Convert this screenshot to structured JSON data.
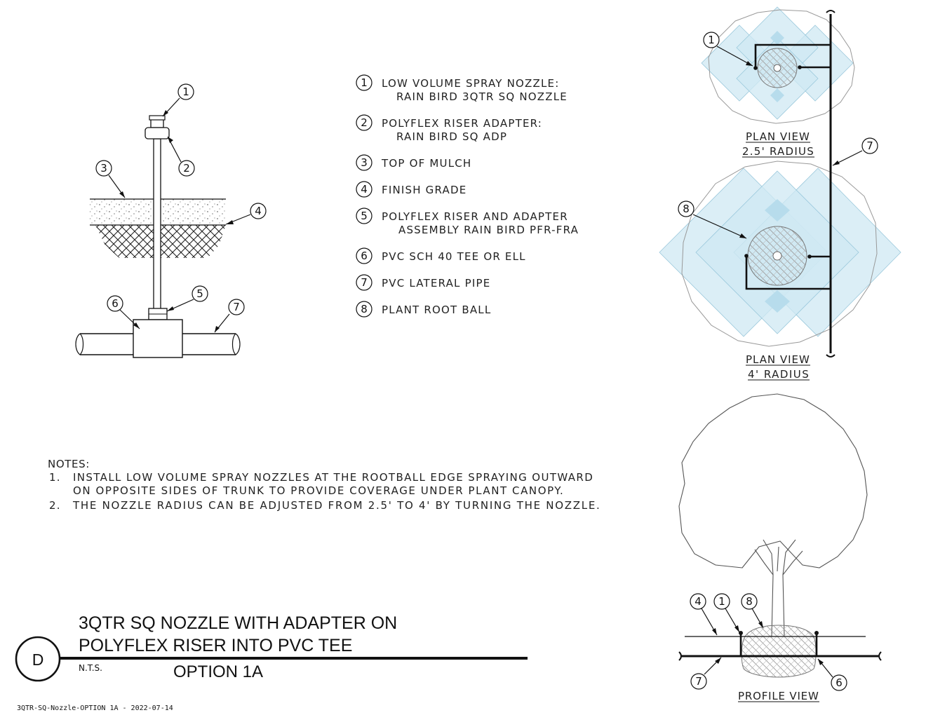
{
  "legend": [
    {
      "num": "1",
      "line1": "LOW VOLUME SPRAY NOZZLE:",
      "line2": "RAIN BIRD 3QTR SQ NOZZLE"
    },
    {
      "num": "2",
      "line1": "POLYFLEX RISER ADAPTER:",
      "line2": "RAIN BIRD SQ ADP"
    },
    {
      "num": "3",
      "line1": "TOP OF MULCH"
    },
    {
      "num": "4",
      "line1": "FINISH GRADE"
    },
    {
      "num": "5",
      "line1": "POLYFLEX RISER AND ADAPTER",
      "line2": "ASSEMBLY RAIN BIRD PFR-FRA"
    },
    {
      "num": "6",
      "line1": "PVC SCH 40 TEE OR ELL"
    },
    {
      "num": "7",
      "line1": "PVC LATERAL PIPE"
    },
    {
      "num": "8",
      "line1": "PLANT ROOT BALL"
    }
  ],
  "notes": {
    "heading": "NOTES:",
    "items": [
      {
        "num": "1.",
        "line1": "INSTALL LOW VOLUME SPRAY NOZZLES AT THE ROOTBALL EDGE SPRAYING OUTWARD",
        "line2": "ON OPPOSITE SIDES OF TRUNK TO PROVIDE COVERAGE UNDER PLANT CANOPY."
      },
      {
        "num": "2.",
        "line1": "THE NOZZLE RADIUS CAN BE ADJUSTED FROM 2.5' TO 4' BY TURNING THE NOZZLE."
      }
    ]
  },
  "plan_small": {
    "label1": "PLAN VIEW",
    "label2": "2.5' RADIUS"
  },
  "plan_large": {
    "label1": "PLAN VIEW",
    "label2": "4' RADIUS"
  },
  "profile": {
    "label": "PROFILE VIEW"
  },
  "callouts": {
    "n1": "1",
    "n2": "2",
    "n3": "3",
    "n4": "4",
    "n5": "5",
    "n6": "6",
    "n7": "7",
    "n8": "8"
  },
  "title_block": {
    "detail_letter": "D",
    "line1": "3QTR SQ NOZZLE WITH ADAPTER ON",
    "line2": "POLYFLEX RISER INTO PVC TEE",
    "scale": "N.T.S.",
    "option": "OPTION 1A"
  },
  "footer": "3QTR-SQ-Nozzle-OPTION 1A  -  2022-07-14",
  "colors": {
    "spray": "#cfe8f3",
    "spray_dark": "#b7dcec",
    "line": "#111111",
    "outline": "#8a8a8a"
  }
}
